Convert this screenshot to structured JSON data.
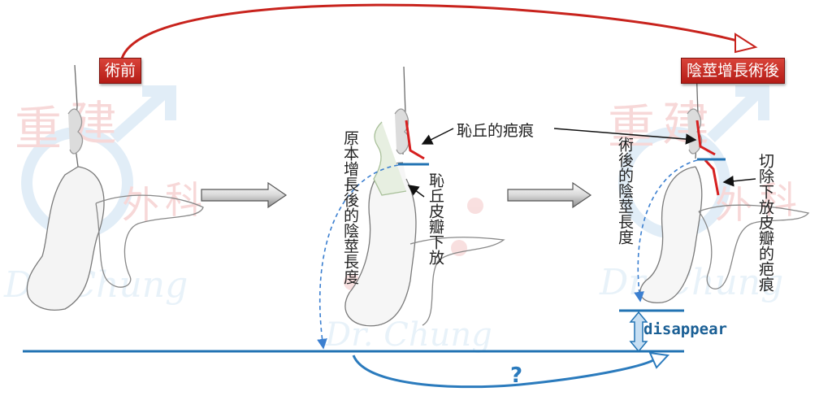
{
  "labels": {
    "before_surgery": "術前",
    "after_surgery": "陰莖增長術後",
    "pubic_scar": "恥丘的疤痕",
    "original_length": "原本增長後的陰莖長度",
    "pubic_flap": "恥丘皮瓣下放",
    "after_length": "術後的陰莖長度",
    "excise_flap_scar": "切除下放皮瓣的疤痕",
    "disappear": "disappear",
    "question": "?"
  },
  "watermark": {
    "chars": [
      "重",
      "建",
      "外",
      "科"
    ],
    "signature": "Dr. Chung"
  },
  "colors": {
    "accent_red": "#c8231d",
    "line_blue": "#2273b3",
    "dashed_blue": "#3b7fd0",
    "watermark_red": "#f2b9b9",
    "watermark_blue": "#bfd9ef"
  }
}
